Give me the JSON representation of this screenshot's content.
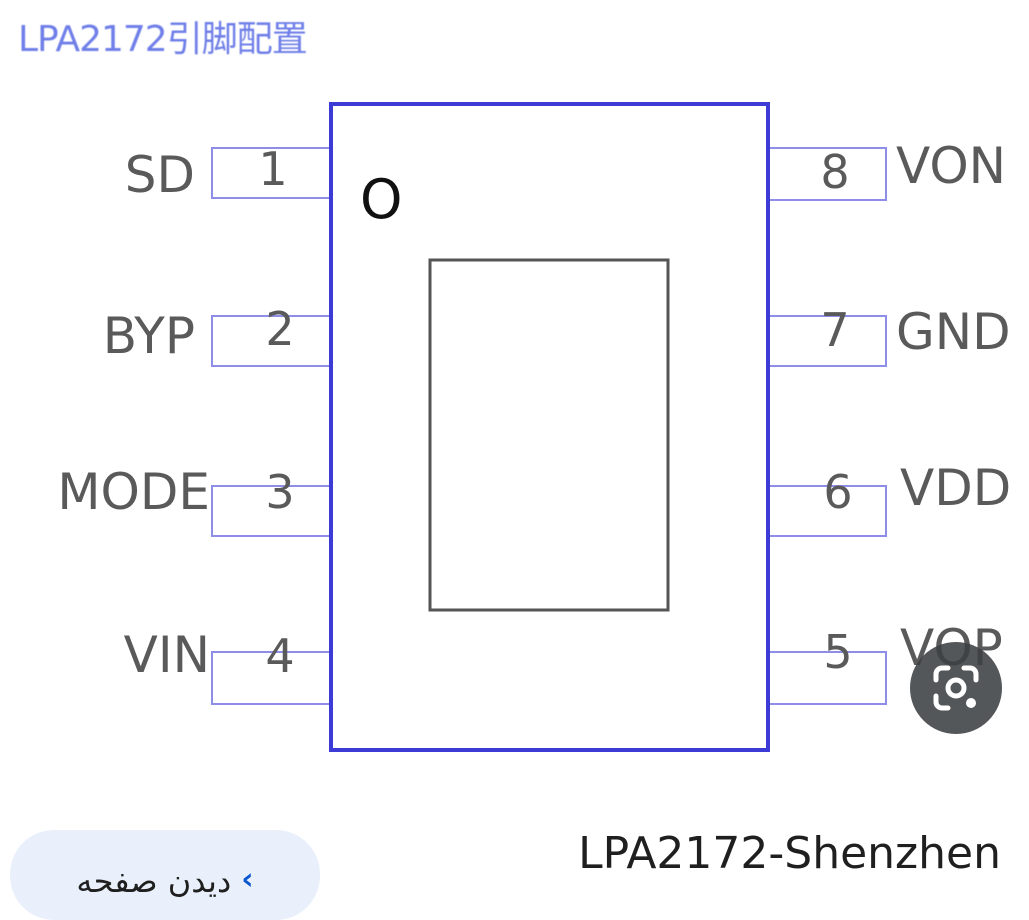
{
  "diagram": {
    "title": "LPA2172引脚配置",
    "left_pins": [
      {
        "name": "SD",
        "number": "1"
      },
      {
        "name": "BYP",
        "number": "2"
      },
      {
        "name": "MODE",
        "number": "3"
      },
      {
        "name": "VIN",
        "number": "4"
      }
    ],
    "right_pins": [
      {
        "name": "VON",
        "number": "8"
      },
      {
        "name": "GND",
        "number": "7"
      },
      {
        "name": "VDD",
        "number": "6"
      },
      {
        "name": "VOP",
        "number": "5"
      }
    ],
    "pin1_marker": "O"
  },
  "icons": {
    "lens": "google-lens-icon",
    "chevron": "chevron-left-icon"
  },
  "footer": {
    "visit_label": "دیدن صفحه",
    "source_title": "LPA2172-Shenzhen"
  },
  "colors": {
    "chip_outline": "#3d3bd6",
    "pin_outline": "#8e8ee8",
    "title_blue": "#6f7fe8",
    "visit_bg": "#eaf0fb",
    "chevron_blue": "#0b57d0"
  }
}
